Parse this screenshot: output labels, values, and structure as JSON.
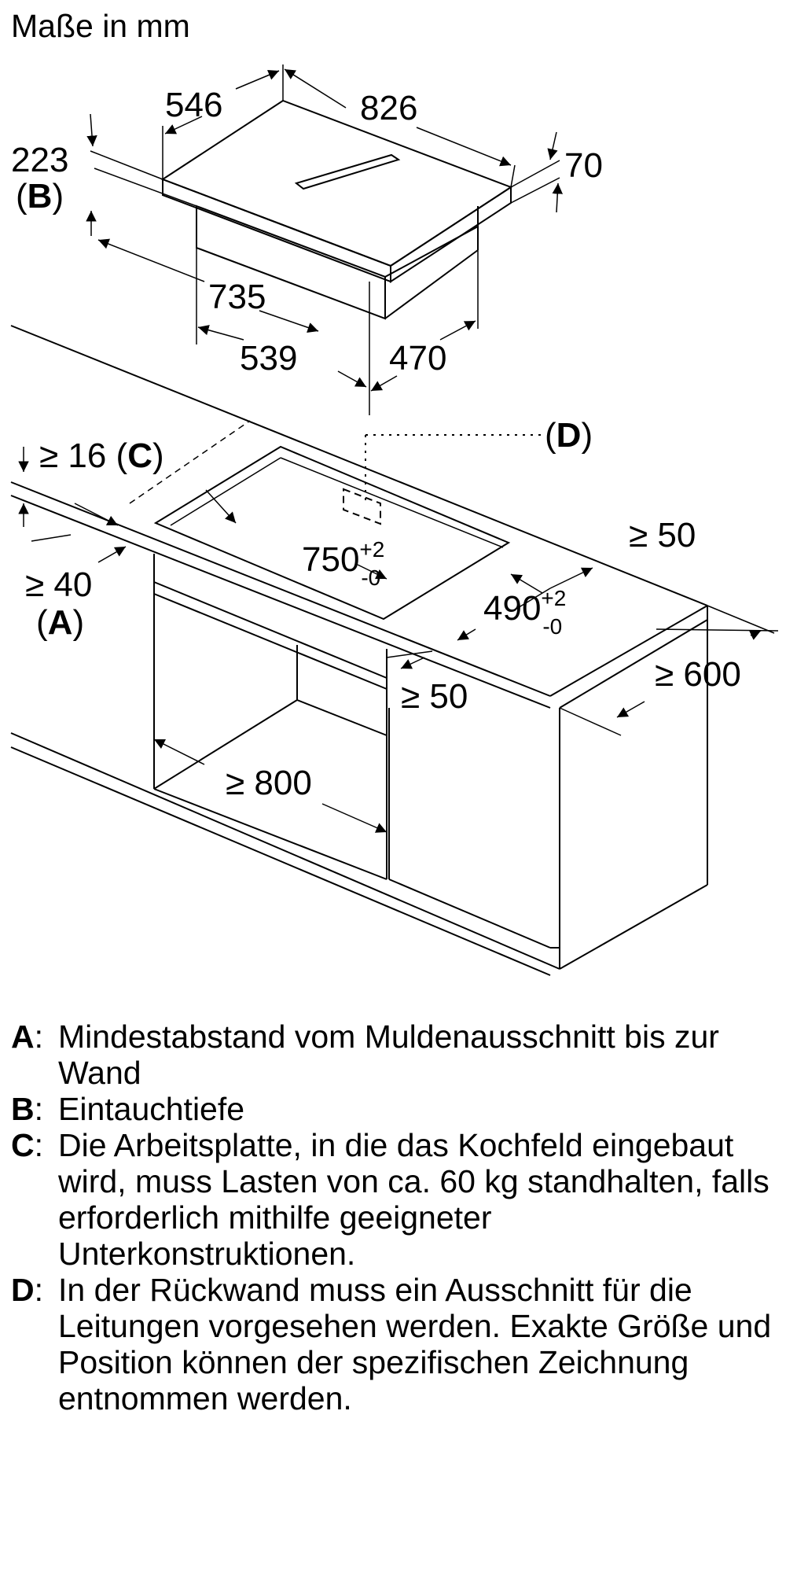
{
  "title": "Maße in mm",
  "labels": {
    "width_546": "546",
    "width_826": "826",
    "depth_223": "223",
    "ref_b": "B",
    "height_70": "70",
    "width_735": "735",
    "width_539": "539",
    "width_470": "470",
    "ref_d": "D",
    "min16": "≥ 16",
    "ref_c": "C",
    "min40": "≥ 40",
    "ref_a": "A",
    "cut_750": "750",
    "cut_750_tol_plus": "+2",
    "cut_750_tol_minus": "-0",
    "cut_490": "490",
    "cut_490_tol_plus": "+2",
    "cut_490_tol_minus": "-0",
    "min50_back": "≥ 50",
    "min50_front": "≥ 50",
    "min600": "≥ 600",
    "min800": "≥ 800"
  },
  "legend": [
    {
      "key": "A",
      "text": "Mindestabstand vom Muldenausschnitt bis zur Wand"
    },
    {
      "key": "B",
      "text": "Eintauchtiefe"
    },
    {
      "key": "C",
      "text": "Die Arbeitsplatte, in die das Kochfeld eingebaut wird, muss Lasten von ca. 60 kg standhalten, falls erforderlich mithilfe geeigneter Unterkonstruktionen."
    },
    {
      "key": "D",
      "text": "In der Rückwand muss ein Ausschnitt für die Leitungen vorgesehen werden. Exakte Größe und Position können der spezifischen Zeichnung entnommen werden."
    }
  ]
}
